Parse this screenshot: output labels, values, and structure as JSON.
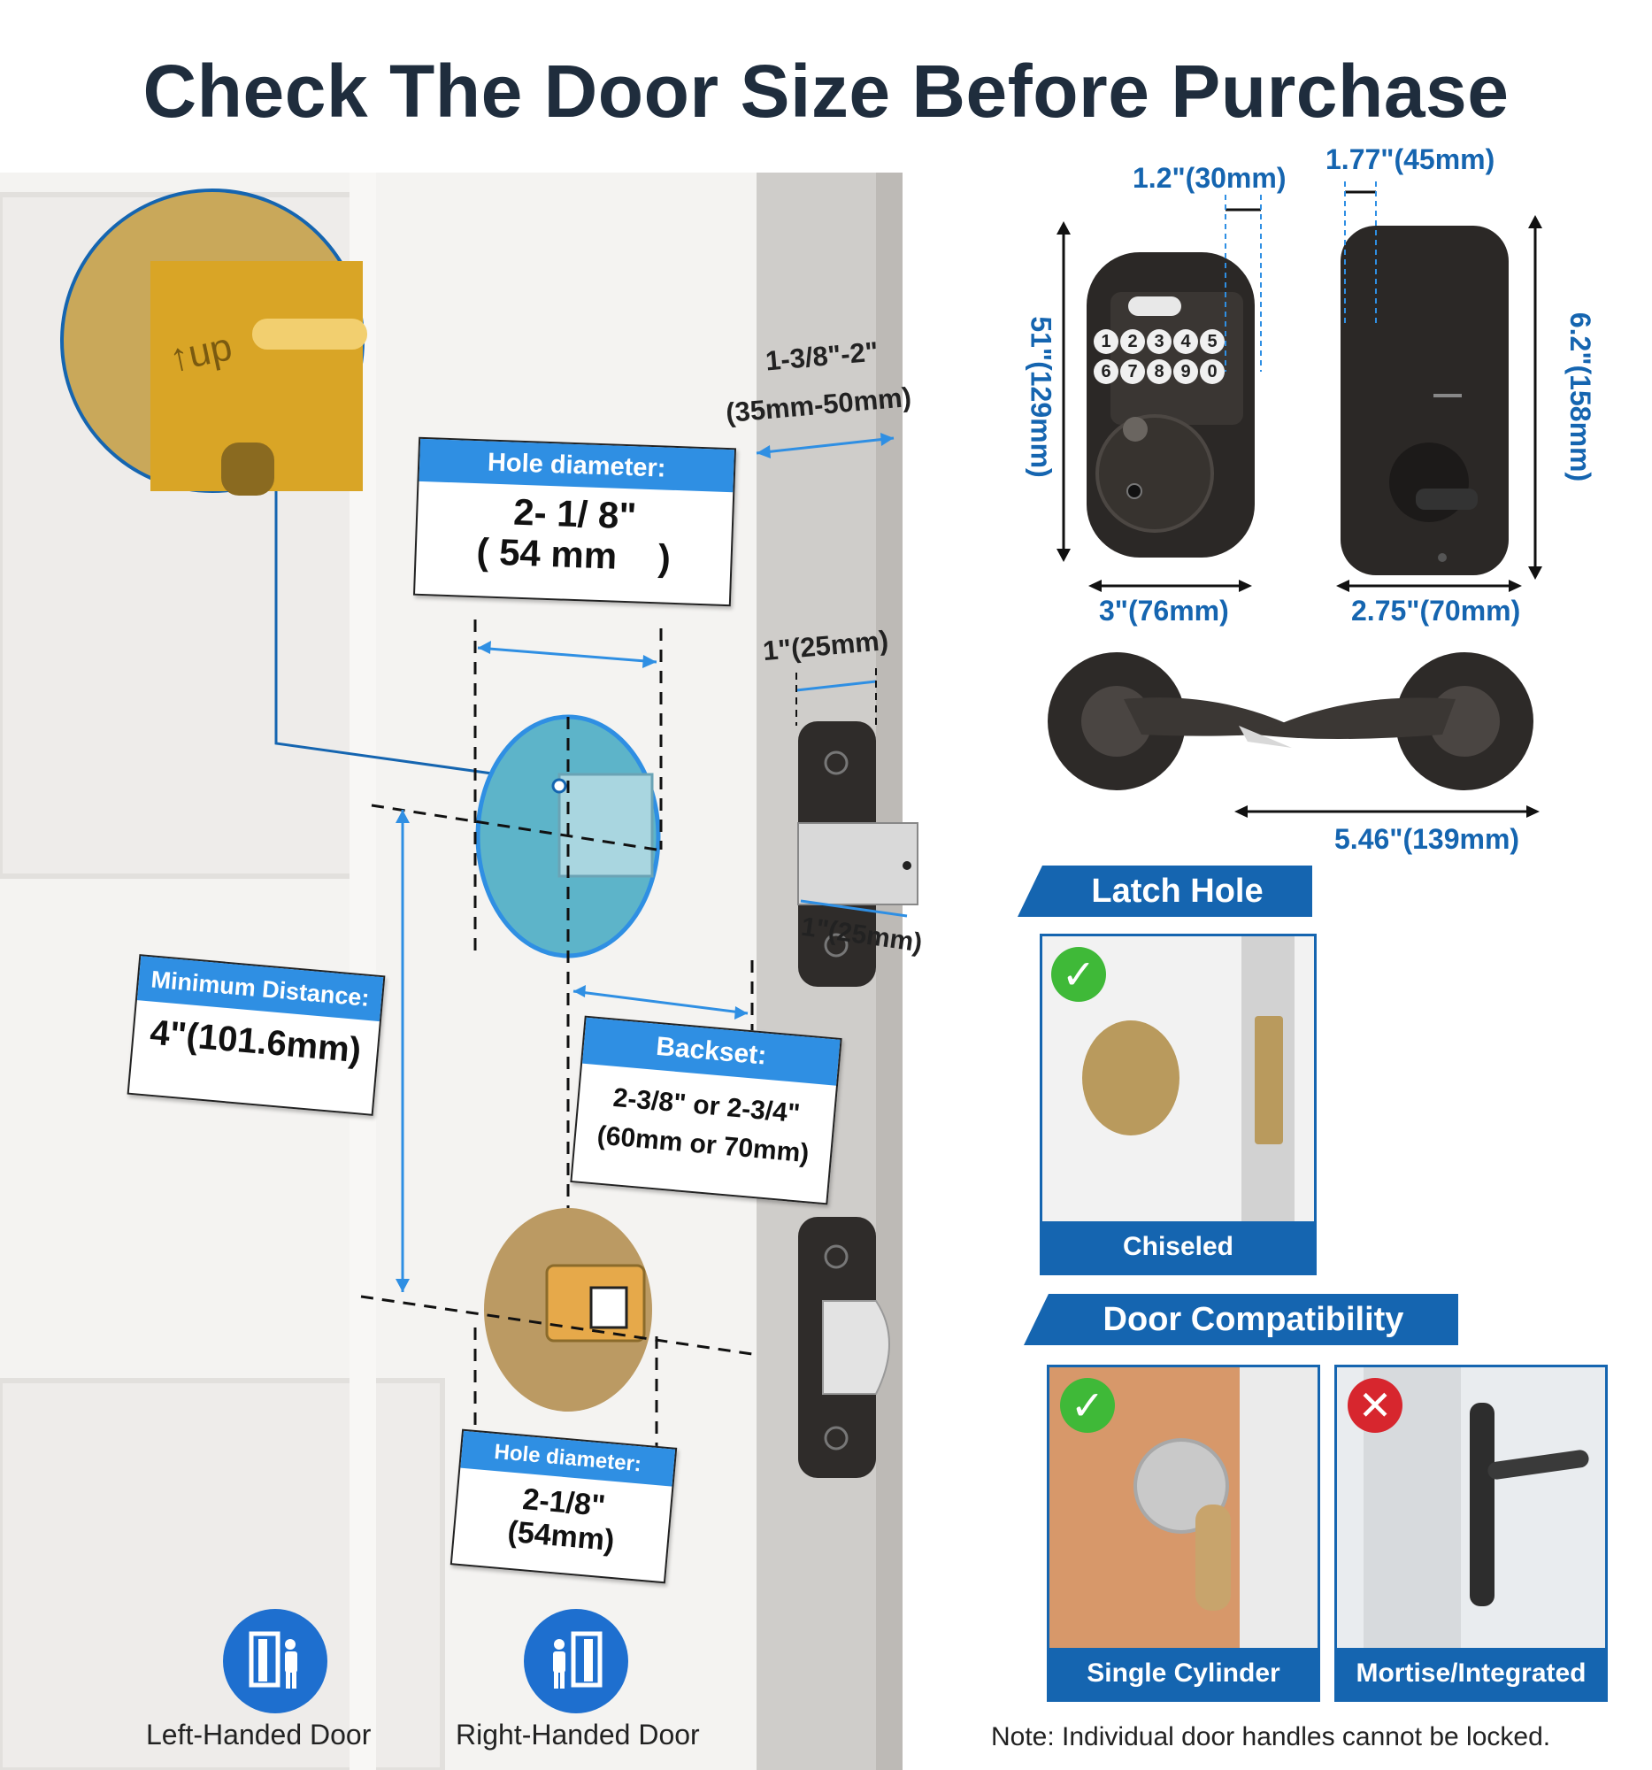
{
  "title": "Check The Door Size Before Purchase",
  "door_dims": {
    "thickness": "1-3/8\"-2\"",
    "thickness_mm": "(35mm-50mm)",
    "latch_width": "1\"(25mm)",
    "latch_depth": "1\"(25mm)"
  },
  "cards": {
    "hole_top": {
      "header": "Hole diameter:",
      "line1": "2- 1/ 8\"",
      "line2": "( 54 mm    )"
    },
    "min_distance": {
      "header": "Minimum Distance:",
      "line1": "4\"(101.6mm)"
    },
    "backset": {
      "header": "Backset:",
      "line1": "2-3/8\" or 2-3/4\"",
      "line2": "(60mm or 70mm)"
    },
    "hole_bottom": {
      "header": "Hole diameter:",
      "line1": "2-1/8\"",
      "line2": "(54mm)"
    }
  },
  "product_dims": {
    "front_depth": "1.2\"(30mm)",
    "back_depth": "1.77\"(45mm)",
    "front_height": "51\"(129mm)",
    "back_height": "6.2\"(158mm)",
    "front_width": "3\"(76mm)",
    "back_width": "2.75\"(70mm)",
    "lever_width": "5.46\"(139mm)"
  },
  "keypad_keys": [
    "1",
    "2",
    "3",
    "4",
    "5",
    "6",
    "7",
    "8",
    "9",
    "0"
  ],
  "latch_hole": {
    "title": "Latch Hole",
    "caption": "Chiseled"
  },
  "door_compat": {
    "title": "Door Compatibility",
    "yes_caption": "Single Cylinder",
    "no_caption": "Mortise/Integrated"
  },
  "handed": {
    "left": "Left-Handed Door",
    "right": "Right-Handed Door"
  },
  "note": "Note: Individual door handles cannot be locked.",
  "colors": {
    "accent": "#1565b0",
    "label_blue": "#2f8fe3",
    "check": "#3fb938",
    "cross": "#d7262e",
    "title": "#1f2d3d"
  }
}
